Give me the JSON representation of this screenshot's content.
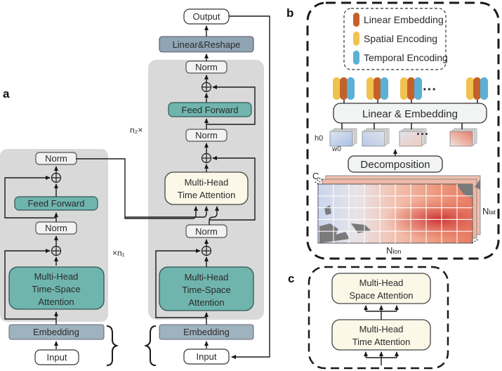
{
  "panels": {
    "a": {
      "letter": "a",
      "encoder": {
        "repeat_label": "×n₁",
        "norm_top": "Norm",
        "feed_forward": "Feed Forward",
        "norm_mid": "Norm",
        "attention_lines": [
          "Multi-Head",
          "Time-Space",
          "Attention"
        ],
        "embedding": "Embedding",
        "input": "Input"
      },
      "decoder": {
        "repeat_label": "n₂×",
        "output": "Output",
        "linear_reshape": "Linear&Reshape",
        "norm_top": "Norm",
        "feed_forward": "Feed Forward",
        "norm_mid": "Norm",
        "time_attention_lines": [
          "Multi-Head",
          "Time Attention"
        ],
        "norm_low": "Norm",
        "attention_lines": [
          "Multi-Head",
          "Time-Space",
          "Attention"
        ],
        "embedding": "Embedding",
        "input": "Input"
      }
    },
    "b": {
      "letter": "b",
      "legend": [
        {
          "label": "Linear Embedding",
          "color": "#c4602a"
        },
        {
          "label": "Spatial Encoding",
          "color": "#f2c24e"
        },
        {
          "label": "Temporal Encoding",
          "color": "#5bb0d6"
        }
      ],
      "ellipsis": "···",
      "linear_embedding_box": "Linear & Embedding",
      "patch_height_label": "h0",
      "patch_width_label": "w0",
      "decomposition_box": "Decomposition",
      "channel_label": "C",
      "lat_label": "N",
      "lat_sub": "lat",
      "lon_label": "N",
      "lon_sub": "lon"
    },
    "c": {
      "letter": "c",
      "space_attention_lines": [
        "Multi-Head",
        "Space Attention"
      ],
      "time_attention_lines": [
        "Multi-Head",
        "Time Attention"
      ]
    }
  },
  "colors": {
    "block_bg": "#d9d9d9",
    "teal": "#6fb5ae",
    "slate": "#9fb2bf",
    "cream": "#fbf8e8",
    "norm_bg": "#f2f2f2",
    "line": "#1a1a1a"
  }
}
